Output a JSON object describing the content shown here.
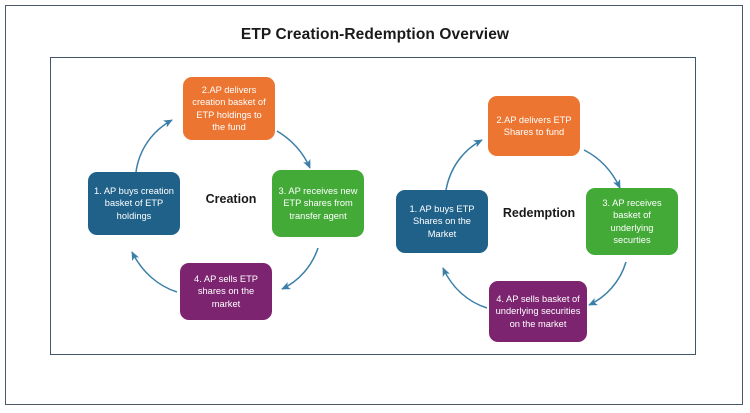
{
  "diagram": {
    "title": "ETP Creation-Redemption Overview",
    "colors": {
      "blue": "#1f6189",
      "orange": "#ec7531",
      "green": "#43aa38",
      "purple": "#7d2471",
      "frame": "#41566b",
      "arrow": "#3b7fa8"
    },
    "cycles": [
      {
        "name": "creation",
        "center_label": "Creation",
        "nodes": [
          {
            "id": "creation-step-1",
            "color": "blue",
            "text": "1. AP buys creation basket of ETP holdings"
          },
          {
            "id": "creation-step-2",
            "color": "orange",
            "text": "2.AP delivers creation basket of ETP holdings to the fund"
          },
          {
            "id": "creation-step-3",
            "color": "green",
            "text": "3. AP receives new ETP shares from transfer agent"
          },
          {
            "id": "creation-step-4",
            "color": "purple",
            "text": "4. AP sells ETP shares on the market"
          }
        ]
      },
      {
        "name": "redemption",
        "center_label": "Redemption",
        "nodes": [
          {
            "id": "redemption-step-1",
            "color": "blue",
            "text": "1. AP buys ETP Shares on the Market"
          },
          {
            "id": "redemption-step-2",
            "color": "orange",
            "text": "2.AP delivers ETP Shares to fund"
          },
          {
            "id": "redemption-step-3",
            "color": "green",
            "text": "3. AP receives basket of underlying securties"
          },
          {
            "id": "redemption-step-4",
            "color": "purple",
            "text": "4. AP sells basket of underlying securities on the market"
          }
        ]
      }
    ]
  }
}
